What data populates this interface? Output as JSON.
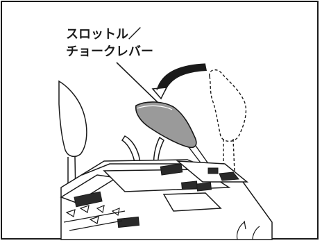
{
  "callout": {
    "line1": "スロットル／",
    "line2": "チョークレバー"
  },
  "colors": {
    "ink": "#1a1a1a",
    "lever_fill": "#9a9a9a",
    "panel_dark": "#2a2a2a"
  },
  "icons": {
    "arrow": "curved-arrow-icon",
    "ghost_lever": "dashed-lever-outline"
  }
}
